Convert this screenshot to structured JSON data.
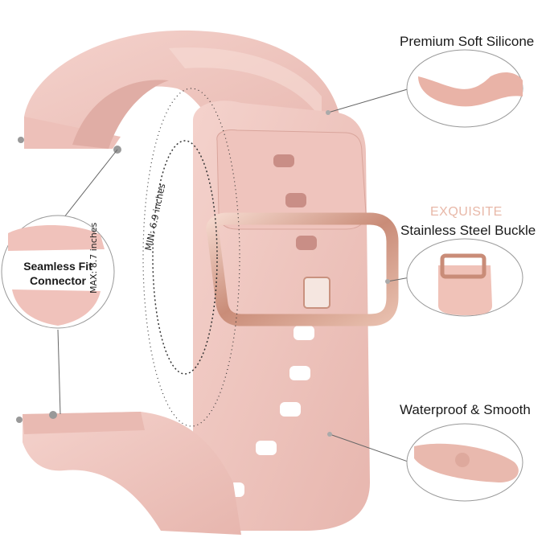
{
  "labels": {
    "premium": "Premium Soft Silicone",
    "exquisite": "EXQUISITE",
    "buckle": "Stainless Steel Buckle",
    "waterproof": "Waterproof & Smooth",
    "seamless_line1": "Seamless Fit",
    "seamless_line2": "Connector",
    "max": "MAX: 8.7 inches",
    "min": "MIN: 6.9 inches"
  },
  "colors": {
    "band": "#f1c8c2",
    "band_shadow": "#dba9a2",
    "buckle": "#d49a86",
    "accent_text": "#e8b8a8"
  }
}
